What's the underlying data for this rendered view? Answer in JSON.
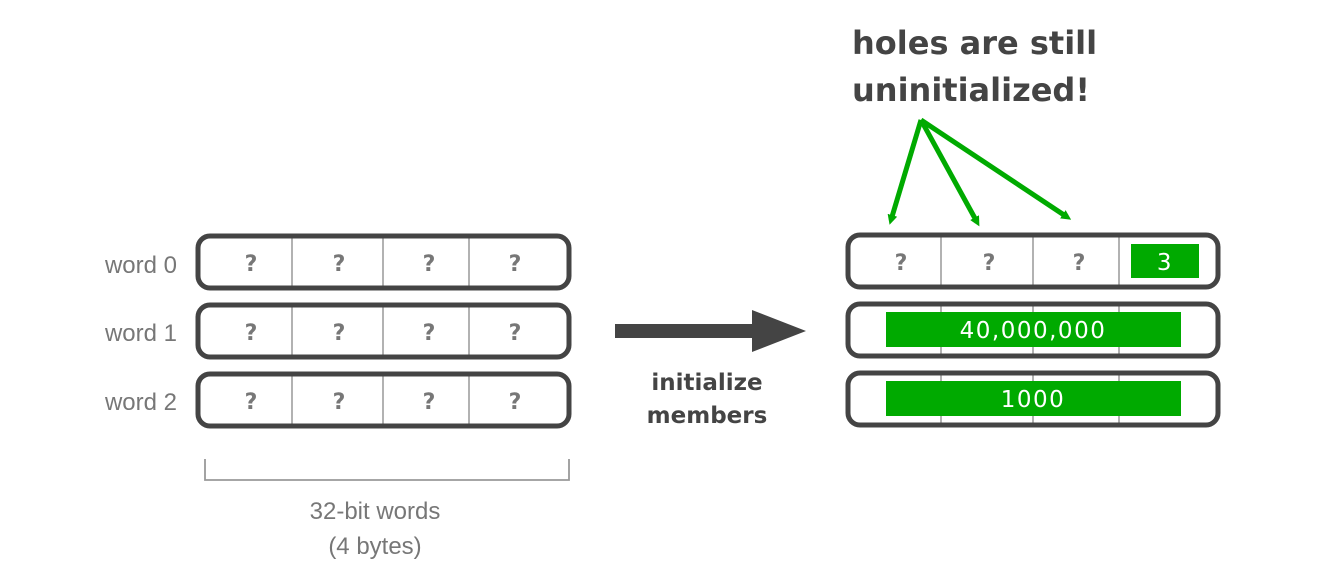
{
  "left": {
    "rows": [
      {
        "label": "word 0",
        "cells": [
          "?",
          "?",
          "?",
          "?"
        ]
      },
      {
        "label": "word 1",
        "cells": [
          "?",
          "?",
          "?",
          "?"
        ]
      },
      {
        "label": "word 2",
        "cells": [
          "?",
          "?",
          "?",
          "?"
        ]
      }
    ],
    "caption_line1": "32-bit words",
    "caption_line2": "(4 bytes)"
  },
  "transition": {
    "line1": "initialize",
    "line2": "members"
  },
  "right": {
    "annotation_line1": "holes are still",
    "annotation_line2": "uninitialized!",
    "row0": {
      "holes": [
        "?",
        "?",
        "?"
      ],
      "value": "3"
    },
    "row1": {
      "value": "40,000,000"
    },
    "row2": {
      "value": "1000"
    }
  },
  "colors": {
    "accent_green": "#00aa00",
    "outline": "#444444",
    "divider": "#999999",
    "label_gray": "#777777"
  }
}
